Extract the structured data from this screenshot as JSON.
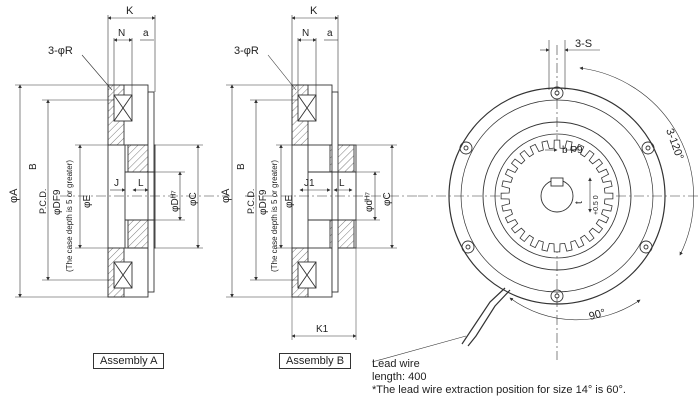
{
  "assembly_a": {
    "caption": "Assembly A",
    "labels": {
      "K": "K",
      "N": "N",
      "a": "a",
      "R": "3-φR",
      "A": "φA",
      "B": "B",
      "PCD": "P.C.D.",
      "DF9": "φDF9",
      "E": "φE",
      "case": "(The case depth is 5 or greater)",
      "J": "J",
      "L": "L",
      "DH7": "φDᴴ⁷",
      "C": "φC"
    }
  },
  "assembly_b": {
    "caption": "Assembly B",
    "labels": {
      "K": "K",
      "N": "N",
      "a": "a",
      "R": "3-φR",
      "A": "φA",
      "B": "B",
      "PCD": "P.C.D.",
      "DF9": "φDF9",
      "E": "φE",
      "case": "(The case depth is 5 or greater)",
      "J1": "J1",
      "L": "L",
      "dH7": "φdᴴ⁷",
      "C": "φC",
      "K1": "K1"
    }
  },
  "front_view": {
    "S": "3-S",
    "angle120": "3-120°",
    "angle90": "90°",
    "bP9": "b P9",
    "tplus": "t",
    "tol": "+0.5\n0"
  },
  "lead_wire": {
    "line1": "Lead wire",
    "line2": "length: 400",
    "note": "*The lead wire extraction position for size 14° is 60°."
  }
}
